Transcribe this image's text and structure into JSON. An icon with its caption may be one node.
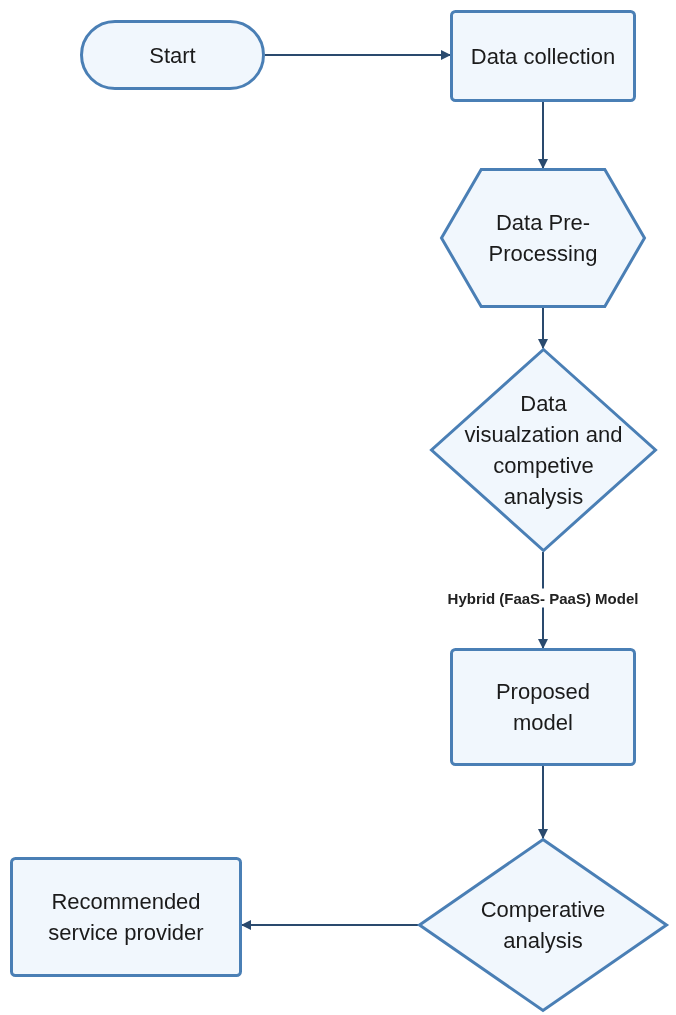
{
  "diagram": {
    "nodes": [
      {
        "text": [
          "Start"
        ]
      },
      {
        "text": [
          "Data collection"
        ]
      },
      {
        "text": [
          "Data Pre-Processing"
        ]
      },
      {
        "text": [
          "Data visualzation and competive analysis"
        ]
      },
      {
        "text": [
          "Proposed model"
        ]
      },
      {
        "text": [
          "Comperative analysis"
        ]
      },
      {
        "text": [
          "Recommended service provider"
        ]
      }
    ],
    "edges": [
      {
        "from": 0,
        "to": 1,
        "arrow": "to"
      },
      {
        "from": 1,
        "to": 2,
        "arrow": "to"
      },
      {
        "from": 2,
        "to": 3,
        "arrow": "to"
      },
      {
        "from": 3,
        "to": 4,
        "arrow": "to",
        "label": "Hybrid (FaaS- PaaS) Model"
      },
      {
        "from": 4,
        "to": 5,
        "arrow": "to"
      },
      {
        "from": 5,
        "to": 6,
        "arrow": "to"
      }
    ]
  }
}
